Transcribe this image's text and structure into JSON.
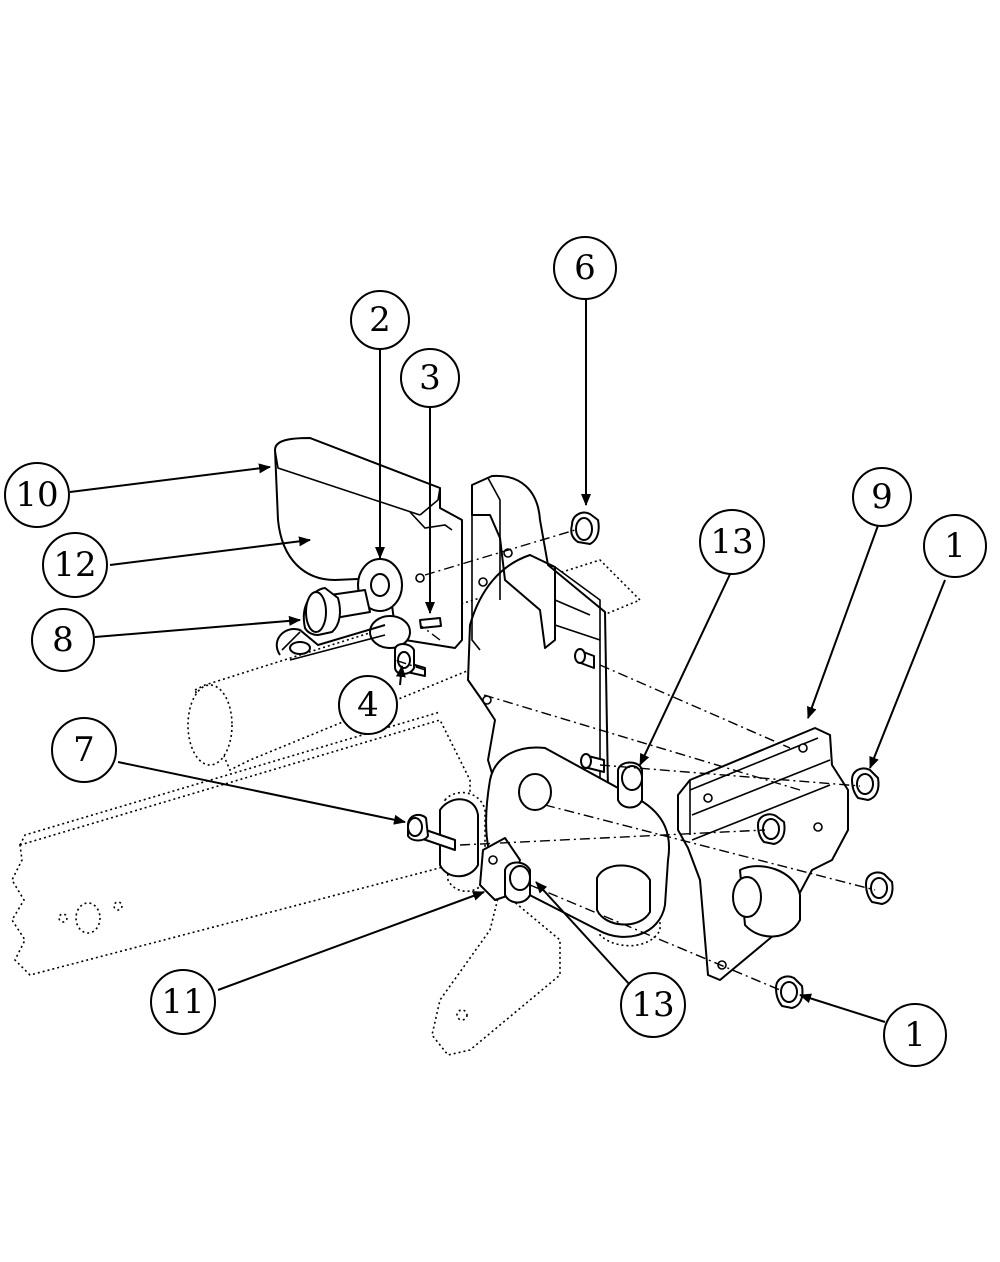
{
  "callouts": [
    {
      "id": "c6",
      "label": "6"
    },
    {
      "id": "c2",
      "label": "2"
    },
    {
      "id": "c3",
      "label": "3"
    },
    {
      "id": "c10",
      "label": "10"
    },
    {
      "id": "c12",
      "label": "12"
    },
    {
      "id": "c8",
      "label": "8"
    },
    {
      "id": "c4",
      "label": "4"
    },
    {
      "id": "c13a",
      "label": "13"
    },
    {
      "id": "c9",
      "label": "9"
    },
    {
      "id": "c1a",
      "label": "1"
    },
    {
      "id": "c7",
      "label": "7"
    },
    {
      "id": "c11",
      "label": "11"
    },
    {
      "id": "c13b",
      "label": "13"
    },
    {
      "id": "c1b",
      "label": "1"
    }
  ]
}
